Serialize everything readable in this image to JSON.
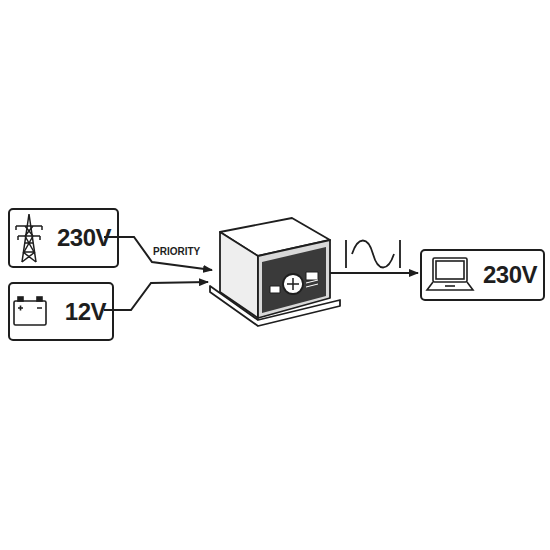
{
  "diagram": {
    "nodes": [
      {
        "text": [
          "230V"
        ]
      },
      {
        "text": [
          "12V"
        ]
      },
      {
        "text": [
          "230V"
        ]
      }
    ],
    "labels": [
      "PRIORITY"
    ]
  }
}
